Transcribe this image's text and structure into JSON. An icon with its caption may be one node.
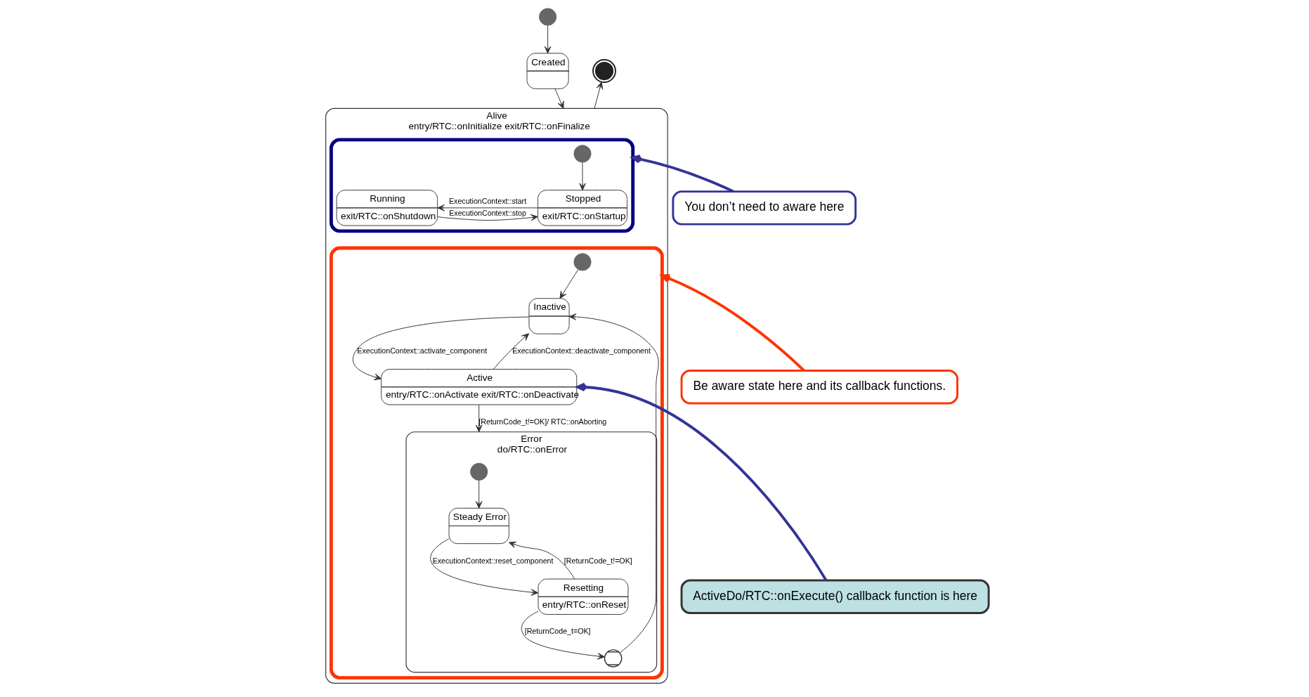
{
  "diagram": {
    "nodes": [
      {
        "text": [],
        "shape": "circle"
      },
      {
        "text": [
          "Created"
        ]
      },
      {
        "text": [],
        "shape": "circle"
      },
      {
        "text": [
          "Alive",
          "entry/RTC::onInitialize exit/RTC::onFinalize"
        ]
      },
      {
        "text": [],
        "shape": "box",
        "in": 3
      },
      {
        "text": [],
        "shape": "circle",
        "in": 4
      },
      {
        "text": [
          "Stopped",
          "exit/RTC::onStartup"
        ],
        "in": 4
      },
      {
        "text": [
          "Running",
          "exit/RTC::onShutdown"
        ],
        "in": 4
      },
      {
        "text": [],
        "shape": "box",
        "in": 3
      },
      {
        "text": [],
        "shape": "circle",
        "in": 8
      },
      {
        "text": [
          "Inactive"
        ],
        "in": 8
      },
      {
        "text": [
          "Active",
          "entry/RTC::onActivate exit/RTC::onDeactivate"
        ],
        "in": 8
      },
      {
        "text": [
          "Error",
          "do/RTC::onError"
        ],
        "in": 8
      },
      {
        "text": [],
        "shape": "circle",
        "in": 12
      },
      {
        "text": [
          "Steady Error"
        ],
        "in": 12
      },
      {
        "text": [
          "Resetting",
          "entry/RTC::onReset"
        ],
        "in": 12
      },
      {
        "text": [],
        "shape": "circle",
        "in": 12
      },
      {
        "text": [
          "You don’t need to aware here"
        ]
      },
      {
        "text": [
          "Be aware state here and its callback functions."
        ]
      },
      {
        "text": [
          "ActiveDo/RTC::onExecute() callback function is here"
        ]
      }
    ],
    "edges": [
      {
        "from": 0,
        "to": 1,
        "arrow": "to"
      },
      {
        "from": 1,
        "to": 3,
        "arrow": "to"
      },
      {
        "from": 3,
        "to": 2,
        "arrow": "to"
      },
      {
        "from": 5,
        "to": 6,
        "arrow": "to"
      },
      {
        "from": 6,
        "to": 7,
        "arrow": "to",
        "label": "ExecutionContext::start"
      },
      {
        "from": 7,
        "to": 6,
        "arrow": "to",
        "label": "ExecutionContext::stop"
      },
      {
        "from": 9,
        "to": 10,
        "arrow": "to"
      },
      {
        "from": 10,
        "to": 11,
        "arrow": "to",
        "label": "ExecutionContext::activate_component"
      },
      {
        "from": 11,
        "to": 10,
        "arrow": "to",
        "label": "ExecutionContext::deactivate_component"
      },
      {
        "from": 11,
        "to": 12,
        "arrow": "to",
        "label": "[ReturnCode_t!=OK]/ RTC::onAborting"
      },
      {
        "from": 13,
        "to": 14,
        "arrow": "to"
      },
      {
        "from": 14,
        "to": 15,
        "arrow": "to",
        "label": "ExecutionContext::reset_component"
      },
      {
        "from": 15,
        "to": 14,
        "arrow": "to",
        "label": "[ReturnCode_t!=OK]"
      },
      {
        "from": 15,
        "to": 16,
        "arrow": "to",
        "label": "[ReturnCode_t=OK]"
      },
      {
        "from": 16,
        "to": 10,
        "arrow": "to"
      },
      {
        "from": 17,
        "to": 4,
        "arrow": "to",
        "style": "thick",
        "color": "#333399"
      },
      {
        "from": 18,
        "to": 8,
        "arrow": "to",
        "style": "thick",
        "color": "#ff3300"
      },
      {
        "from": 19,
        "to": 11,
        "arrow": "to",
        "style": "thick",
        "color": "#333399"
      }
    ]
  }
}
